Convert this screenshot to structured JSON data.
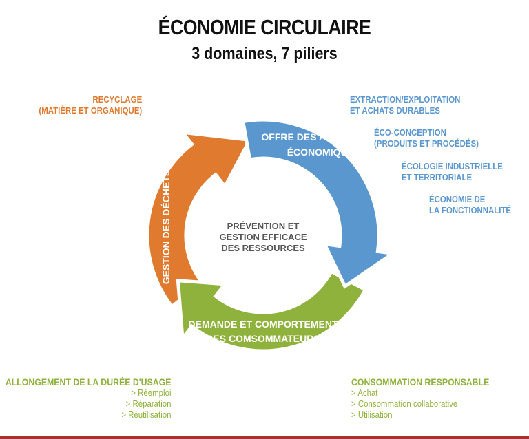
{
  "title": "ÉCONOMIE CIRCULAIRE",
  "subtitle": "3 domaines, 7 piliers",
  "colors": {
    "orange": "#e07a2e",
    "blue": "#5b97cf",
    "green": "#8fb23c",
    "center_text": "#555555"
  },
  "cycle": {
    "center": [
      "PRÉVENTION ET",
      "GESTION EFFICACE",
      "DES RESSOURCES"
    ],
    "blue_arrow": [
      "OFFRE DES ACTEURS",
      "ÉCONOMIQUES"
    ],
    "green_arrow": [
      "DEMANDE ET COMPORTEMENT",
      "DES COMSOMMATEURS"
    ],
    "orange_arrow": [
      "GESTION DES DÉCHETS"
    ]
  },
  "pillars": {
    "recyclage": [
      "RECYCLAGE",
      "(MATIÈRE ET ORGANIQUE)"
    ],
    "extraction": [
      "EXTRACTION/EXPLOITATION",
      "ET ACHATS DURABLES"
    ],
    "eco_conception": [
      "ÉCO-CONCEPTION",
      "(PRODUITS ET PROCÉDÉS)"
    ],
    "ecologie": [
      "ÉCOLOGIE INDUSTRIELLE",
      "ET TERRITORIALE"
    ],
    "fonctionnalite": [
      "ÉCONOMIE DE",
      "LA FONCTIONNALITÉ"
    ],
    "allongement": {
      "title": "ALLONGEMENT DE LA DURÉE D'USAGE",
      "items": [
        "> Réemploi",
        "> Réparation",
        "> Réutilisation"
      ]
    },
    "consommation": {
      "title": "CONSOMMATION RESPONSABLE",
      "items": [
        "> Achat",
        "> Consommation collaborative",
        "> Utilisation"
      ]
    }
  }
}
